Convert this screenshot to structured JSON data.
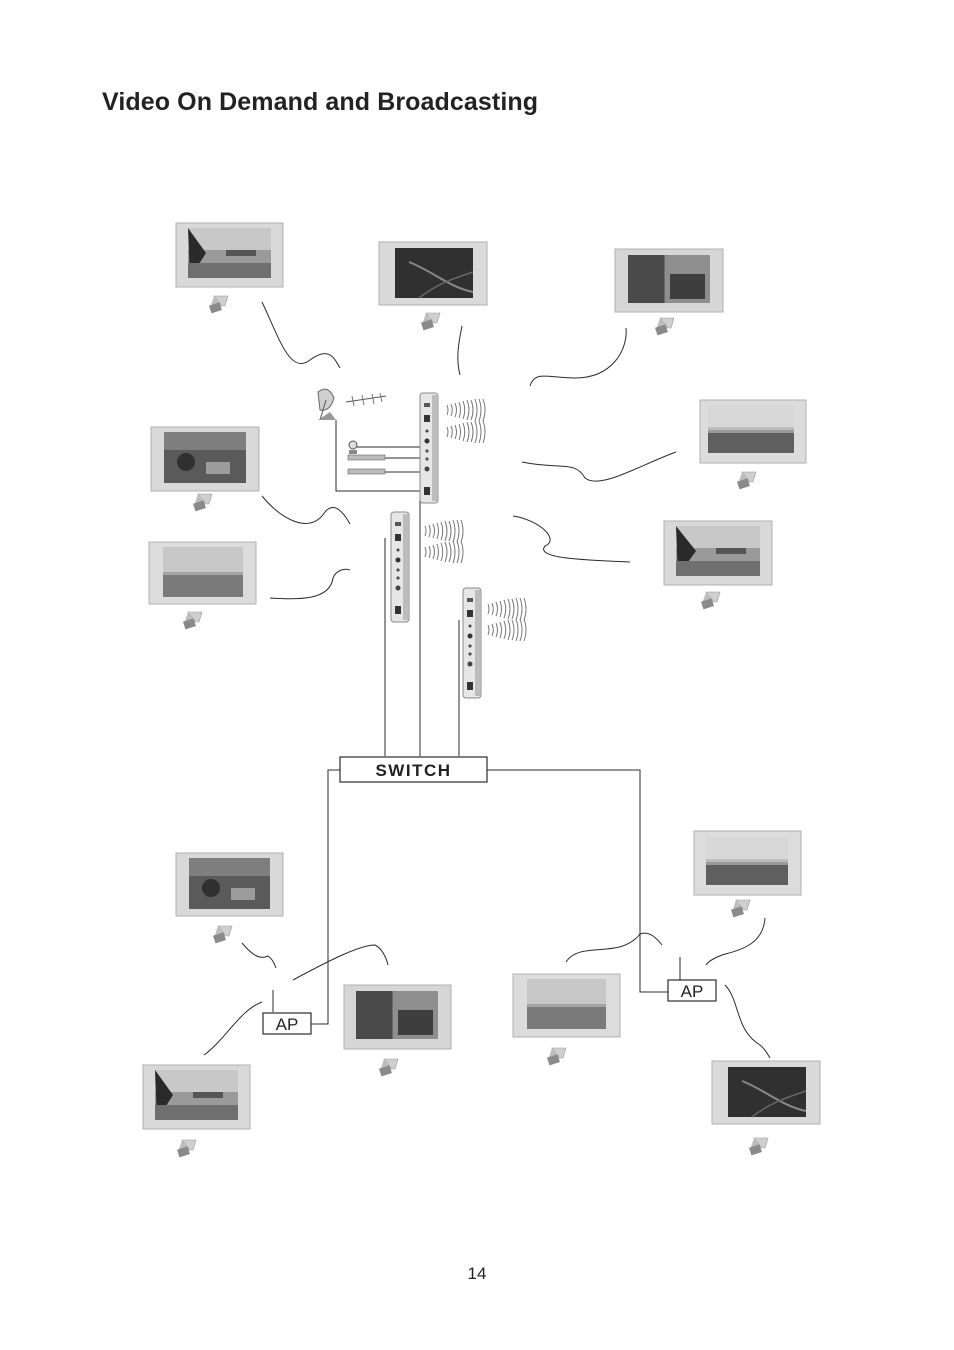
{
  "page": {
    "title": "Video On Demand and Broadcasting",
    "page_number": "14"
  },
  "diagram": {
    "switch_label": "SWITCH",
    "ap_label_left": "AP",
    "ap_label_right": "AP"
  },
  "colors": {
    "line": "#2b2b2b",
    "tv_bezel": "#d6d6d6",
    "screen_dark": "#3a3a3a"
  }
}
